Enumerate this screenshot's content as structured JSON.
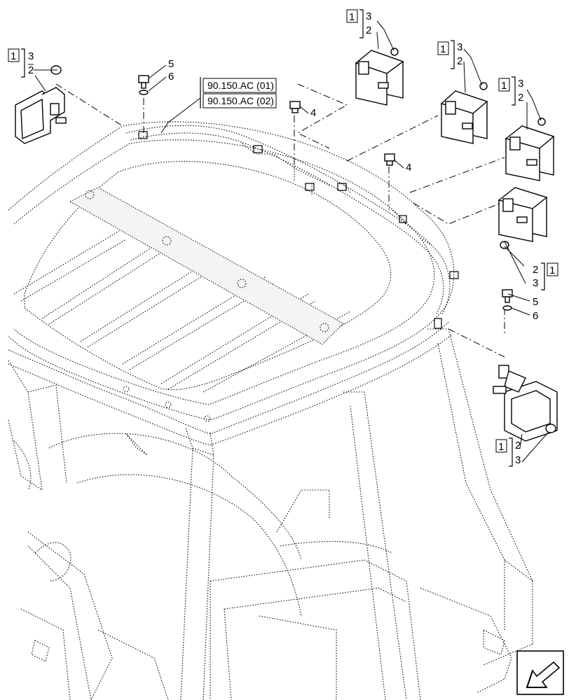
{
  "labels": {
    "assembly": "1",
    "lamp": "2",
    "bulb": "3",
    "screw": "4",
    "bolt": "5",
    "washer": "6"
  },
  "refs": [
    "90.150.AC (01)",
    "90.150.AC (02)"
  ],
  "nav_icon": "arrow-next-page-icon"
}
